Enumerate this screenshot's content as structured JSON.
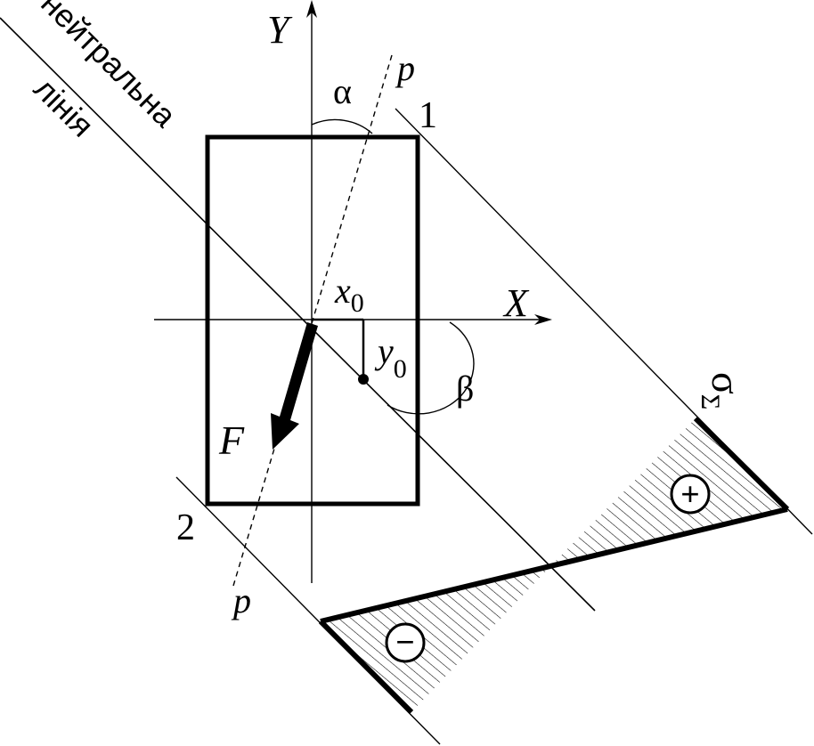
{
  "labels": {
    "y_axis": "Y",
    "x_axis": "X",
    "alpha": "α",
    "beta": "β",
    "p_top": "p",
    "p_bottom": "p",
    "corner_1": "1",
    "corner_2": "2",
    "force": "F",
    "x0": "x",
    "x0_sub": "0",
    "y0": "y",
    "y0_sub": "0",
    "neutral_word1": "нейтральна",
    "neutral_word2": "лінія",
    "sigma": "σ",
    "sigma_sub": "Σ",
    "plus": "+",
    "minus": "−"
  }
}
